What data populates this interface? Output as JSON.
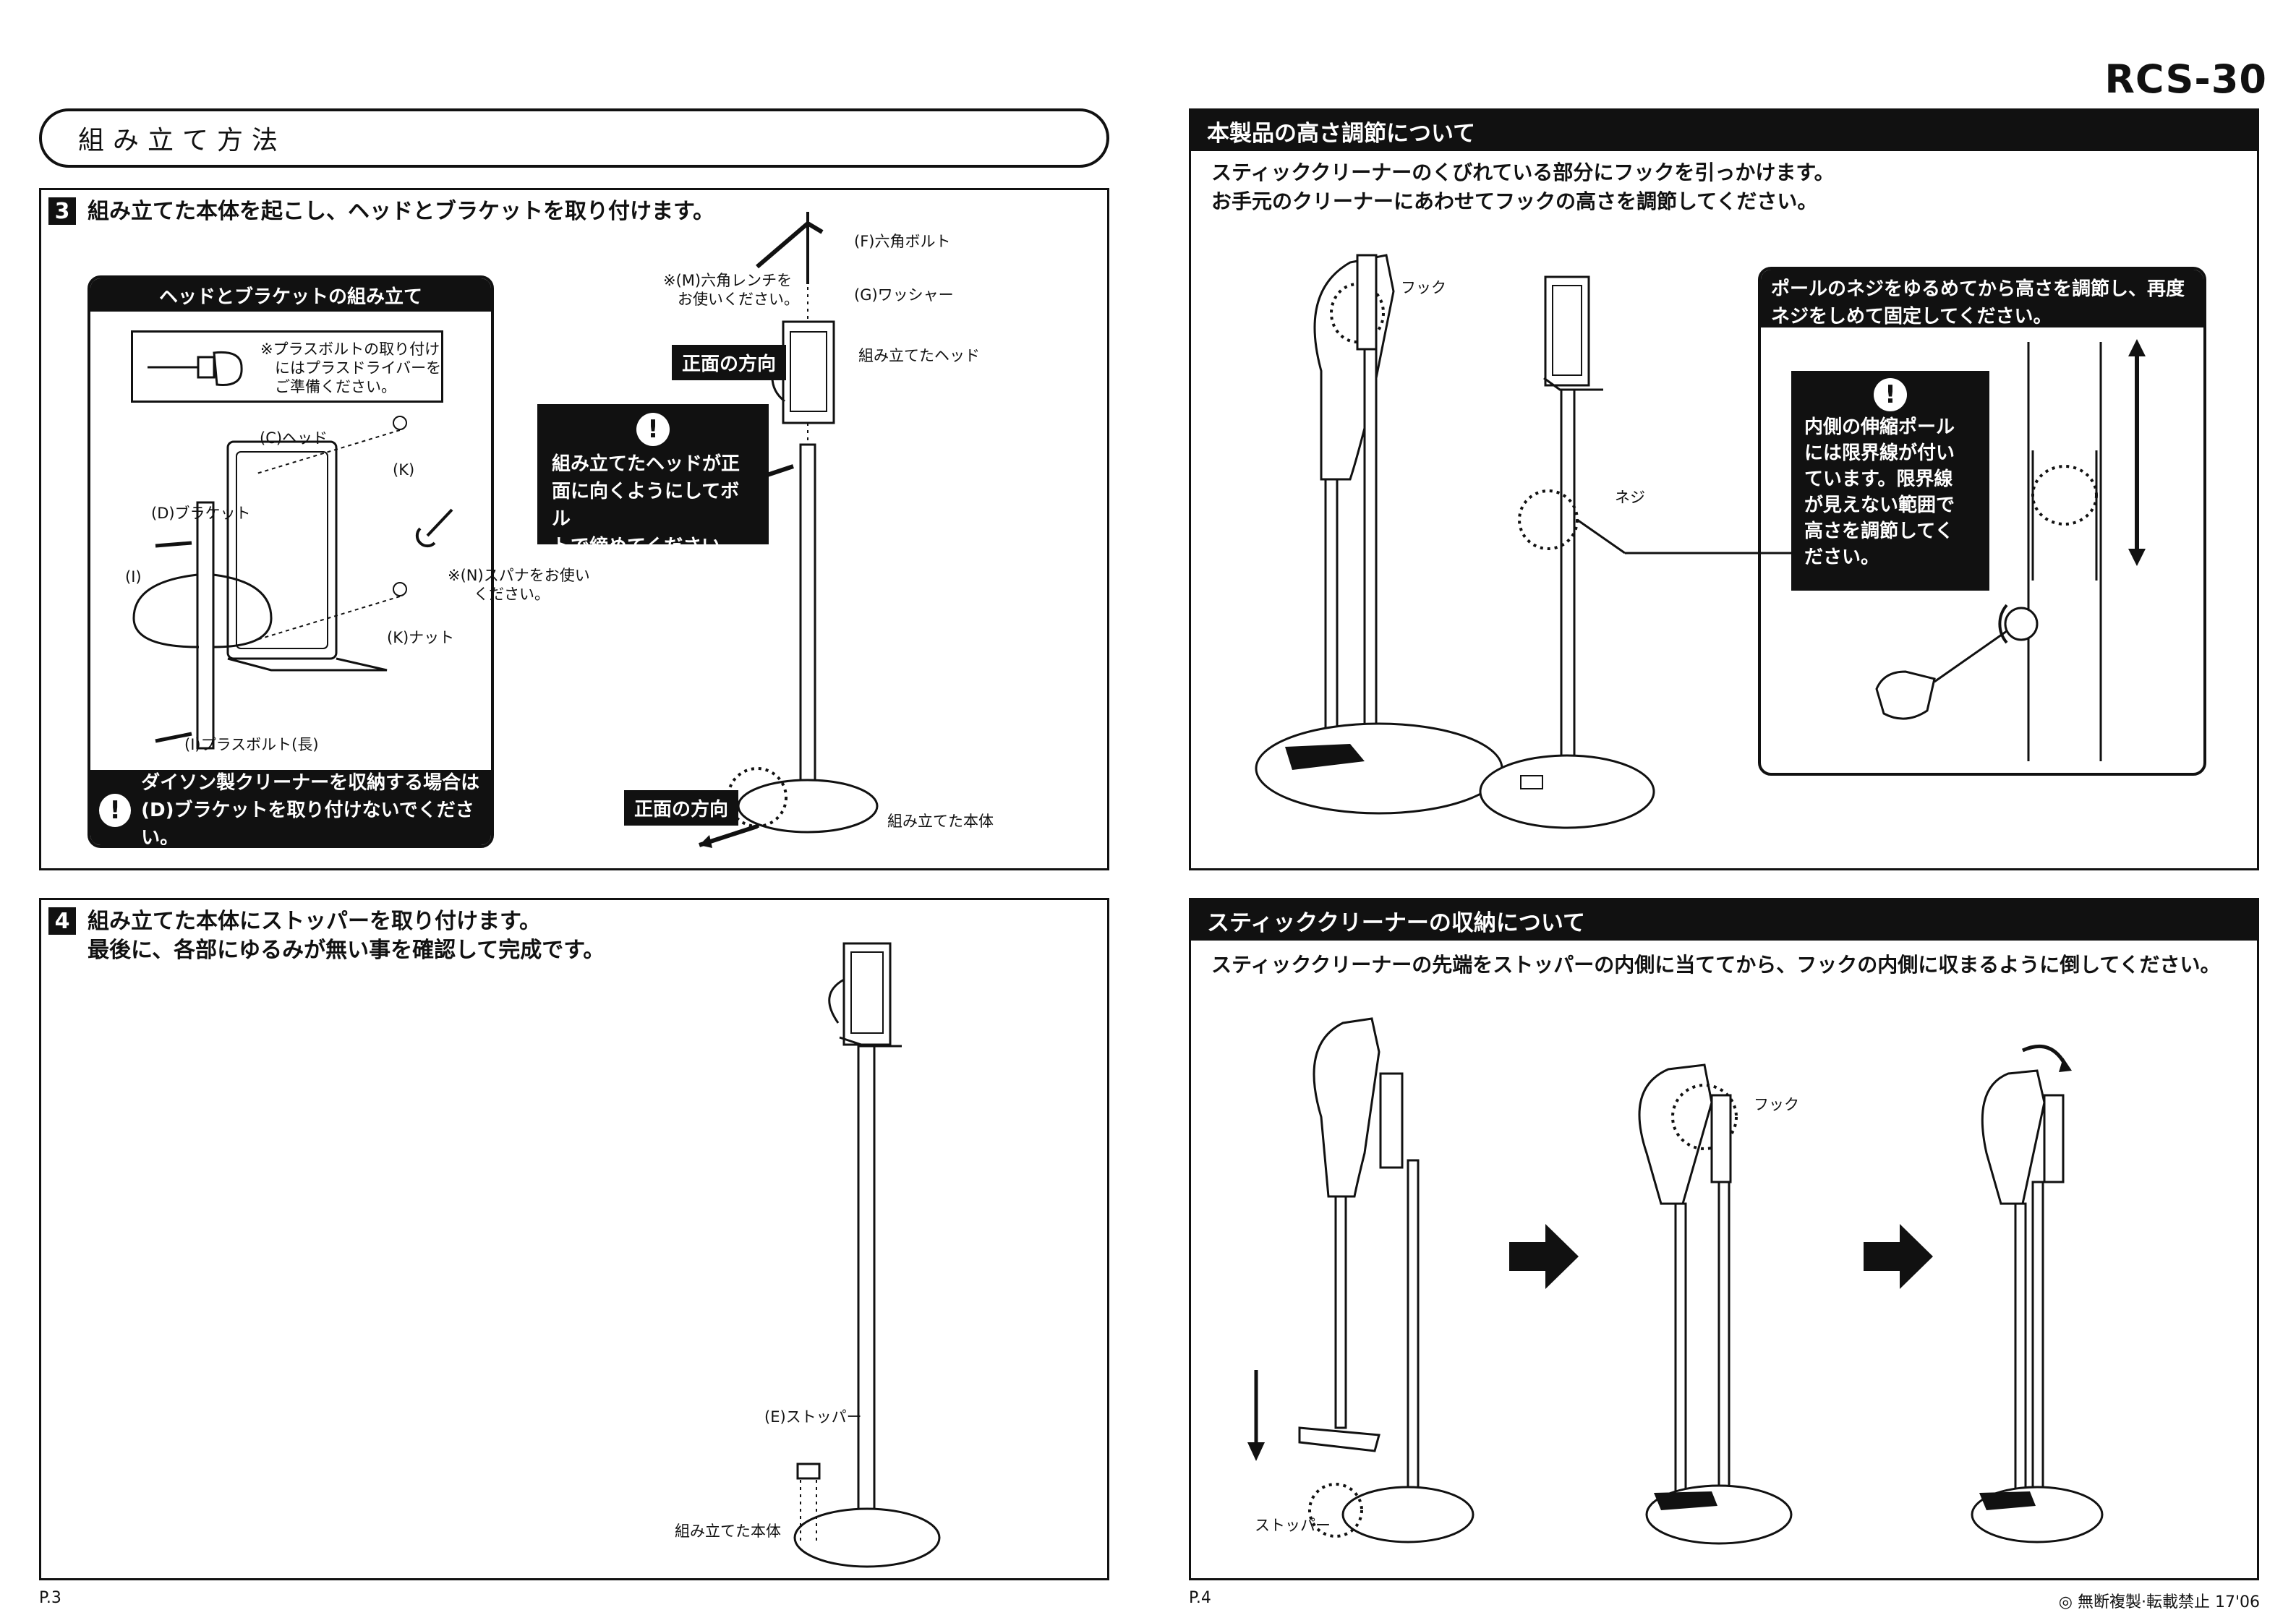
{
  "model": "RCS-30",
  "left": {
    "section_title": "組み立て方法",
    "step3": {
      "number": "3",
      "title": "組み立てた本体を起こし、ヘッドとブラケットを取り付けます。",
      "sub_box": {
        "title": "ヘッドとブラケットの組み立て",
        "note": [
          "※プラスボルトの取り付け",
          "にはプラスドライバーを",
          "ご準備ください。"
        ],
        "warning": [
          "ダイソン製クリーナーを収納する場合は",
          "(D)ブラケットを取り付けないでください。"
        ]
      },
      "labels": {
        "head": "(C)ヘッド",
        "k_top": "(K)",
        "bracket": "(D)ブラケット",
        "i": "(I)",
        "spanner": [
          "※(N)スパナをお使い",
          "ください。"
        ],
        "k_nut": "(K)ナット",
        "i_bolt_long": "(I)プラスボルト(長)",
        "hex_wrench": [
          "※(M)六角レンチを",
          "お使いください。"
        ],
        "f_bolt": "(F)六角ボルト",
        "g_washer": "(G)ワッシャー",
        "assembled_head": "組み立てたヘッド",
        "assembled_body": "組み立てた本体"
      },
      "front_tag_1": "正面の方向",
      "front_tag_2": "正面の方向",
      "warning": [
        "組み立てたヘッドが正",
        "面に向くようにしてボル",
        "トで締めてください。"
      ]
    },
    "step4": {
      "number": "4",
      "title": [
        "組み立てた本体にストッパーを取り付けます。",
        "最後に、各部にゆるみが無い事を確認して完成です。"
      ],
      "labels": {
        "stopper": "(E)ストッパー",
        "assembled_body": "組み立てた本体"
      }
    },
    "page": "P.3"
  },
  "right": {
    "height": {
      "title": "本製品の高さ調節について",
      "text": [
        "スティッククリーナーのくびれている部分にフックを引っかけます。",
        "お手元のクリーナーにあわせてフックの高さを調節してください。"
      ],
      "labels": {
        "hook": "フック",
        "screw": "ネジ"
      },
      "callout_title": [
        "ポールのネジをゆるめてから高さを調節し、再度",
        "ネジをしめて固定してください。"
      ],
      "callout_warning": [
        "内側の伸縮ポール",
        "には限界線が付い",
        "ています。限界線",
        "が見えない範囲で",
        "高さを調節してく",
        "ださい。"
      ]
    },
    "storage": {
      "title": "スティッククリーナーの収納について",
      "text": "スティッククリーナーの先端をストッパーの内側に当ててから、フックの内側に収まるように倒してください。",
      "labels": {
        "hook": "フック",
        "stopper": "ストッパー"
      }
    },
    "page": "P.4",
    "copyright": "◎ 無断複製·転載禁止 17'06"
  },
  "colors": {
    "ink": "#111111",
    "paper": "#ffffff"
  }
}
